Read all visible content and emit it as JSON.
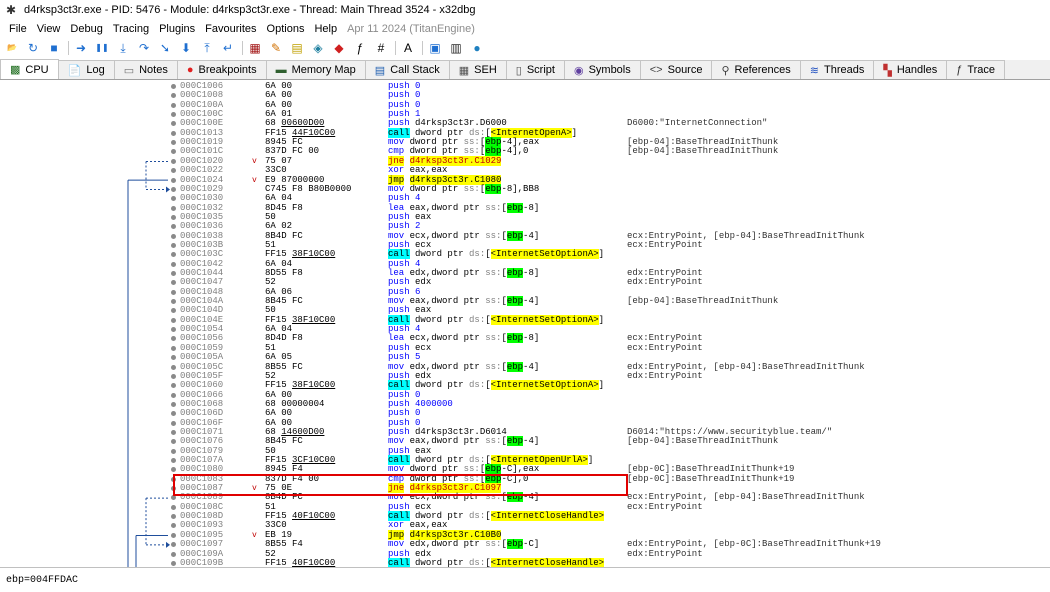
{
  "window": {
    "title": "d4rksp3ct3r.exe - PID: 5476 - Module: d4rksp3ct3r.exe - Thread: Main Thread 3524 - x32dbg"
  },
  "menu": {
    "items": [
      "File",
      "View",
      "Debug",
      "Tracing",
      "Plugins",
      "Favourites",
      "Options",
      "Help"
    ],
    "date": "Apr 11 2024 (TitanEngine)"
  },
  "toolbar": {
    "icons": [
      "open-icon",
      "restart-icon",
      "close-icon",
      "run-icon",
      "pause-icon",
      "step-into-icon",
      "step-over-icon",
      "trace-into-icon",
      "trace-over-icon",
      "execute-till-return-icon",
      "run-to-user-code-icon",
      "scylla-icon",
      "patch-icon",
      "comment-icon",
      "label-icon",
      "bookmark-icon",
      "function-icon",
      "hash-icon",
      "font-icon",
      "preferences-icon",
      "calculator-icon",
      "help-icon"
    ]
  },
  "tabs": [
    {
      "label": "CPU",
      "icon": "cpu-icon",
      "active": true
    },
    {
      "label": "Log",
      "icon": "log-icon"
    },
    {
      "label": "Notes",
      "icon": "notes-icon"
    },
    {
      "label": "Breakpoints",
      "icon": "breakpoint-icon"
    },
    {
      "label": "Memory Map",
      "icon": "memory-map-icon"
    },
    {
      "label": "Call Stack",
      "icon": "call-stack-icon"
    },
    {
      "label": "SEH",
      "icon": "seh-icon"
    },
    {
      "label": "Script",
      "icon": "script-icon"
    },
    {
      "label": "Symbols",
      "icon": "symbols-icon"
    },
    {
      "label": "Source",
      "icon": "source-icon"
    },
    {
      "label": "References",
      "icon": "references-icon"
    },
    {
      "label": "Threads",
      "icon": "threads-icon"
    },
    {
      "label": "Handles",
      "icon": "handles-icon"
    },
    {
      "label": "Trace",
      "icon": "trace-icon"
    }
  ],
  "disassembly": [
    {
      "addr": "000C1006",
      "bytes": "6A 00",
      "mn": "push",
      "ops": [
        [
          "0",
          "blue"
        ]
      ],
      "cmt": ""
    },
    {
      "addr": "000C1008",
      "bytes": "6A 00",
      "mn": "push",
      "ops": [
        [
          "0",
          "blue"
        ]
      ],
      "cmt": ""
    },
    {
      "addr": "000C100A",
      "bytes": "6A 00",
      "mn": "push",
      "ops": [
        [
          "0",
          "blue"
        ]
      ],
      "cmt": ""
    },
    {
      "addr": "000C100C",
      "bytes": "6A 01",
      "mn": "push",
      "ops": [
        [
          "1",
          "blue"
        ]
      ],
      "cmt": ""
    },
    {
      "addr": "000C100E",
      "bytes": "68 ",
      "ubytes": "00600D00",
      "mn": "push",
      "ops": [
        [
          "d4rksp3ct3r.D6000",
          "ink"
        ]
      ],
      "cmt": "D6000:\"InternetConnection\""
    },
    {
      "addr": "000C1013",
      "bytes": "FF15 ",
      "ubytes": "44F10C00",
      "mn": "call",
      "mncls": "callbg",
      "ops": [
        [
          "dword ptr ",
          "ink"
        ],
        [
          "ds:",
          "seg"
        ],
        [
          "[",
          "ink"
        ],
        [
          "<InternetOpenA>",
          "label"
        ],
        [
          "]",
          "ink"
        ]
      ],
      "cmt": ""
    },
    {
      "addr": "000C1019",
      "bytes": "8945 FC",
      "mn": "mov",
      "ops": [
        [
          "dword ptr ",
          "ink"
        ],
        [
          "ss:",
          "seg"
        ],
        [
          "[",
          "ink"
        ],
        [
          "ebp",
          "regbg"
        ],
        [
          "-4]",
          "ink"
        ],
        [
          ",",
          "ink"
        ],
        [
          "eax",
          "ink"
        ]
      ],
      "cmt": "[ebp-04]:BaseThreadInitThunk"
    },
    {
      "addr": "000C101C",
      "bytes": "837D FC 00",
      "mn": "cmp",
      "ops": [
        [
          "dword ptr ",
          "ink"
        ],
        [
          "ss:",
          "seg"
        ],
        [
          "[",
          "ink"
        ],
        [
          "ebp",
          "regbg"
        ],
        [
          "-4]",
          "ink"
        ],
        [
          ",0",
          "ink"
        ]
      ],
      "cmt": "[ebp-04]:BaseThreadInitThunk"
    },
    {
      "addr": "000C1020",
      "jm": "v",
      "bytes": "75 07",
      "mn": "jne",
      "mncls": "jccbg",
      "ops": [
        [
          "d4rksp3ct3r.C1029",
          "jccbg"
        ]
      ],
      "cmt": ""
    },
    {
      "addr": "000C1022",
      "bytes": "33C0",
      "mn": "xor",
      "ops": [
        [
          "eax,eax",
          "ink"
        ]
      ],
      "cmt": ""
    },
    {
      "addr": "000C1024",
      "jm": "v",
      "bytes": "E9 87000000",
      "mn": "jmp",
      "mncls": "jmpbg",
      "ops": [
        [
          "d4rksp3ct3r.C1080",
          "jmpbg"
        ]
      ],
      "cmt": ""
    },
    {
      "addr": "000C1029",
      "bytes": "C745 F8 B80B0000",
      "mn": "mov",
      "ops": [
        [
          "dword ptr ",
          "ink"
        ],
        [
          "ss:",
          "seg"
        ],
        [
          "[",
          "ink"
        ],
        [
          "ebp",
          "regbg"
        ],
        [
          "-8]",
          "ink"
        ],
        [
          ",BB8",
          "ink"
        ]
      ],
      "cmt": ""
    },
    {
      "addr": "000C1030",
      "bytes": "6A 04",
      "mn": "push",
      "ops": [
        [
          "4",
          "blue"
        ]
      ],
      "cmt": ""
    },
    {
      "addr": "000C1032",
      "bytes": "8D45 F8",
      "mn": "lea",
      "ops": [
        [
          "eax,dword ptr ",
          "ink"
        ],
        [
          "ss:",
          "seg"
        ],
        [
          "[",
          "ink"
        ],
        [
          "ebp",
          "regbg"
        ],
        [
          "-8]",
          "ink"
        ]
      ],
      "cmt": ""
    },
    {
      "addr": "000C1035",
      "bytes": "50",
      "mn": "push",
      "ops": [
        [
          "eax",
          "ink"
        ]
      ],
      "cmt": ""
    },
    {
      "addr": "000C1036",
      "bytes": "6A 02",
      "mn": "push",
      "ops": [
        [
          "2",
          "blue"
        ]
      ],
      "cmt": ""
    },
    {
      "addr": "000C1038",
      "bytes": "8B4D FC",
      "mn": "mov",
      "ops": [
        [
          "ecx,dword ptr ",
          "ink"
        ],
        [
          "ss:",
          "seg"
        ],
        [
          "[",
          "ink"
        ],
        [
          "ebp",
          "regbg"
        ],
        [
          "-4]",
          "ink"
        ]
      ],
      "cmt": "ecx:EntryPoint, [ebp-04]:BaseThreadInitThunk"
    },
    {
      "addr": "000C103B",
      "bytes": "51",
      "mn": "push",
      "ops": [
        [
          "ecx",
          "ink"
        ]
      ],
      "cmt": "ecx:EntryPoint"
    },
    {
      "addr": "000C103C",
      "bytes": "FF15 ",
      "ubytes": "38F10C00",
      "mn": "call",
      "mncls": "callbg",
      "ops": [
        [
          "dword ptr ",
          "ink"
        ],
        [
          "ds:",
          "seg"
        ],
        [
          "[",
          "ink"
        ],
        [
          "<InternetSetOptionA>",
          "label"
        ],
        [
          "]",
          "ink"
        ]
      ],
      "cmt": ""
    },
    {
      "addr": "000C1042",
      "bytes": "6A 04",
      "mn": "push",
      "ops": [
        [
          "4",
          "blue"
        ]
      ],
      "cmt": ""
    },
    {
      "addr": "000C1044",
      "bytes": "8D55 F8",
      "mn": "lea",
      "ops": [
        [
          "edx,dword ptr ",
          "ink"
        ],
        [
          "ss:",
          "seg"
        ],
        [
          "[",
          "ink"
        ],
        [
          "ebp",
          "regbg"
        ],
        [
          "-8]",
          "ink"
        ]
      ],
      "cmt": "edx:EntryPoint"
    },
    {
      "addr": "000C1047",
      "bytes": "52",
      "mn": "push",
      "ops": [
        [
          "edx",
          "ink"
        ]
      ],
      "cmt": "edx:EntryPoint"
    },
    {
      "addr": "000C1048",
      "bytes": "6A 06",
      "mn": "push",
      "ops": [
        [
          "6",
          "blue"
        ]
      ],
      "cmt": ""
    },
    {
      "addr": "000C104A",
      "bytes": "8B45 FC",
      "mn": "mov",
      "ops": [
        [
          "eax,dword ptr ",
          "ink"
        ],
        [
          "ss:",
          "seg"
        ],
        [
          "[",
          "ink"
        ],
        [
          "ebp",
          "regbg"
        ],
        [
          "-4]",
          "ink"
        ]
      ],
      "cmt": "[ebp-04]:BaseThreadInitThunk"
    },
    {
      "addr": "000C104D",
      "bytes": "50",
      "mn": "push",
      "ops": [
        [
          "eax",
          "ink"
        ]
      ],
      "cmt": ""
    },
    {
      "addr": "000C104E",
      "bytes": "FF15 ",
      "ubytes": "38F10C00",
      "mn": "call",
      "mncls": "callbg",
      "ops": [
        [
          "dword ptr ",
          "ink"
        ],
        [
          "ds:",
          "seg"
        ],
        [
          "[",
          "ink"
        ],
        [
          "<InternetSetOptionA>",
          "label"
        ],
        [
          "]",
          "ink"
        ]
      ],
      "cmt": ""
    },
    {
      "addr": "000C1054",
      "bytes": "6A 04",
      "mn": "push",
      "ops": [
        [
          "4",
          "blue"
        ]
      ],
      "cmt": ""
    },
    {
      "addr": "000C1056",
      "bytes": "8D4D F8",
      "mn": "lea",
      "ops": [
        [
          "ecx,dword ptr ",
          "ink"
        ],
        [
          "ss:",
          "seg"
        ],
        [
          "[",
          "ink"
        ],
        [
          "ebp",
          "regbg"
        ],
        [
          "-8]",
          "ink"
        ]
      ],
      "cmt": "ecx:EntryPoint"
    },
    {
      "addr": "000C1059",
      "bytes": "51",
      "mn": "push",
      "ops": [
        [
          "ecx",
          "ink"
        ]
      ],
      "cmt": "ecx:EntryPoint"
    },
    {
      "addr": "000C105A",
      "bytes": "6A 05",
      "mn": "push",
      "ops": [
        [
          "5",
          "blue"
        ]
      ],
      "cmt": ""
    },
    {
      "addr": "000C105C",
      "bytes": "8B55 FC",
      "mn": "mov",
      "ops": [
        [
          "edx,dword ptr ",
          "ink"
        ],
        [
          "ss:",
          "seg"
        ],
        [
          "[",
          "ink"
        ],
        [
          "ebp",
          "regbg"
        ],
        [
          "-4]",
          "ink"
        ]
      ],
      "cmt": "edx:EntryPoint, [ebp-04]:BaseThreadInitThunk"
    },
    {
      "addr": "000C105F",
      "bytes": "52",
      "mn": "push",
      "ops": [
        [
          "edx",
          "ink"
        ]
      ],
      "cmt": "edx:EntryPoint"
    },
    {
      "addr": "000C1060",
      "bytes": "FF15 ",
      "ubytes": "38F10C00",
      "mn": "call",
      "mncls": "callbg",
      "ops": [
        [
          "dword ptr ",
          "ink"
        ],
        [
          "ds:",
          "seg"
        ],
        [
          "[",
          "ink"
        ],
        [
          "<InternetSetOptionA>",
          "label"
        ],
        [
          "]",
          "ink"
        ]
      ],
      "cmt": ""
    },
    {
      "addr": "000C1066",
      "bytes": "6A 00",
      "mn": "push",
      "ops": [
        [
          "0",
          "blue"
        ]
      ],
      "cmt": ""
    },
    {
      "addr": "000C1068",
      "bytes": "68 00000004",
      "mn": "push",
      "ops": [
        [
          "4000000",
          "blue"
        ]
      ],
      "cmt": ""
    },
    {
      "addr": "000C106D",
      "bytes": "6A 00",
      "mn": "push",
      "ops": [
        [
          "0",
          "blue"
        ]
      ],
      "cmt": ""
    },
    {
      "addr": "000C106F",
      "bytes": "6A 00",
      "mn": "push",
      "ops": [
        [
          "0",
          "blue"
        ]
      ],
      "cmt": ""
    },
    {
      "addr": "000C1071",
      "bytes": "68 ",
      "ubytes": "14600D00",
      "mn": "push",
      "ops": [
        [
          "d4rksp3ct3r.D6014",
          "ink"
        ]
      ],
      "cmt": "D6014:\"https://www.securityblue.team/\""
    },
    {
      "addr": "000C1076",
      "bytes": "8B45 FC",
      "mn": "mov",
      "ops": [
        [
          "eax,dword ptr ",
          "ink"
        ],
        [
          "ss:",
          "seg"
        ],
        [
          "[",
          "ink"
        ],
        [
          "ebp",
          "regbg"
        ],
        [
          "-4]",
          "ink"
        ]
      ],
      "cmt": "[ebp-04]:BaseThreadInitThunk"
    },
    {
      "addr": "000C1079",
      "bytes": "50",
      "mn": "push",
      "ops": [
        [
          "eax",
          "ink"
        ]
      ],
      "cmt": ""
    },
    {
      "addr": "000C107A",
      "bytes": "FF15 ",
      "ubytes": "3CF10C00",
      "mn": "call",
      "mncls": "callbg",
      "ops": [
        [
          "dword ptr ",
          "ink"
        ],
        [
          "ds:",
          "seg"
        ],
        [
          "[",
          "ink"
        ],
        [
          "<InternetOpenUrlA>",
          "label"
        ],
        [
          "]",
          "ink"
        ]
      ],
      "cmt": ""
    },
    {
      "addr": "000C1080",
      "bytes": "8945 F4",
      "mn": "mov",
      "ops": [
        [
          "dword ptr ",
          "ink"
        ],
        [
          "ss:",
          "seg"
        ],
        [
          "[",
          "ink"
        ],
        [
          "ebp",
          "regbg"
        ],
        [
          "-C]",
          "ink"
        ],
        [
          ",eax",
          "ink"
        ]
      ],
      "cmt": "[ebp-0C]:BaseThreadInitThunk+19"
    },
    {
      "addr": "000C1083",
      "bytes": "837D F4 00",
      "mn": "cmp",
      "ops": [
        [
          "dword ptr ",
          "ink"
        ],
        [
          "ss:",
          "seg"
        ],
        [
          "[",
          "ink"
        ],
        [
          "ebp",
          "regbg"
        ],
        [
          "-C]",
          "ink"
        ],
        [
          ",0",
          "ink"
        ]
      ],
      "cmt": "[ebp-0C]:BaseThreadInitThunk+19"
    },
    {
      "addr": "000C1087",
      "jm": "v",
      "bytes": "75 0E",
      "mn": "jne",
      "mncls": "jccbg",
      "ops": [
        [
          "d4rksp3ct3r.C1097",
          "jccbg"
        ]
      ],
      "cmt": ""
    },
    {
      "addr": "000C1089",
      "bytes": "8B4D FC",
      "mn": "mov",
      "ops": [
        [
          "ecx,dword ptr ",
          "ink"
        ],
        [
          "ss:",
          "seg"
        ],
        [
          "[",
          "ink"
        ],
        [
          "ebp",
          "regbg"
        ],
        [
          "-4]",
          "ink"
        ]
      ],
      "cmt": "ecx:EntryPoint, [ebp-04]:BaseThreadInitThunk"
    },
    {
      "addr": "000C108C",
      "bytes": "51",
      "mn": "push",
      "ops": [
        [
          "ecx",
          "ink"
        ]
      ],
      "cmt": "ecx:EntryPoint"
    },
    {
      "addr": "000C108D",
      "bytes": "FF15 ",
      "ubytes": "40F10C00",
      "mn": "call",
      "mncls": "callbg",
      "ops": [
        [
          "dword ptr ",
          "ink"
        ],
        [
          "ds:",
          "seg"
        ],
        [
          "[",
          "ink"
        ],
        [
          "<InternetCloseHandle>",
          "label"
        ]
      ],
      "cmt": ""
    },
    {
      "addr": "000C1093",
      "bytes": "33C0",
      "mn": "xor",
      "ops": [
        [
          "eax,eax",
          "ink"
        ]
      ],
      "cmt": ""
    },
    {
      "addr": "000C1095",
      "jm": "v",
      "bytes": "EB 19",
      "mn": "jmp",
      "mncls": "jmpbg",
      "ops": [
        [
          "d4rksp3ct3r.C10B0",
          "jmpbg"
        ]
      ],
      "cmt": ""
    },
    {
      "addr": "000C1097",
      "bytes": "8B55 F4",
      "mn": "mov",
      "ops": [
        [
          "edx,dword ptr ",
          "ink"
        ],
        [
          "ss:",
          "seg"
        ],
        [
          "[",
          "ink"
        ],
        [
          "ebp",
          "regbg"
        ],
        [
          "-C]",
          "ink"
        ]
      ],
      "cmt": "edx:EntryPoint, [ebp-0C]:BaseThreadInitThunk+19"
    },
    {
      "addr": "000C109A",
      "bytes": "52",
      "mn": "push",
      "ops": [
        [
          "edx",
          "ink"
        ]
      ],
      "cmt": "edx:EntryPoint"
    },
    {
      "addr": "000C109B",
      "bytes": "FF15 ",
      "ubytes": "40F10C00",
      "mn": "call",
      "mncls": "callbg",
      "ops": [
        [
          "dword ptr ",
          "ink"
        ],
        [
          "ds:",
          "seg"
        ],
        [
          "[",
          "ink"
        ],
        [
          "<InternetCloseHandle>",
          "label"
        ]
      ],
      "cmt": ""
    }
  ],
  "status": {
    "info": "ebp=004FFDAC"
  }
}
